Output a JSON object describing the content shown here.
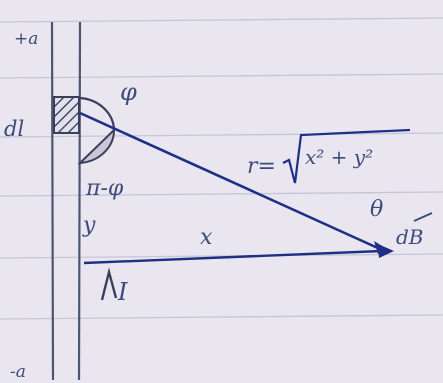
{
  "diagram": {
    "top_limit": "+a",
    "bottom_limit": "-a",
    "element": "dl",
    "angle_phi": "φ",
    "supplement": "π-φ",
    "y_label": "y",
    "r_label": "r=",
    "r_radicand": "x² + y²",
    "theta": "θ",
    "x_label": "x",
    "dB": "dB",
    "current": "I"
  },
  "colors": {
    "ink": "#1e2f86",
    "pencil": "#3e4a7a",
    "rule_line": "#c4c7d8",
    "paper": "#e9e6f0"
  }
}
